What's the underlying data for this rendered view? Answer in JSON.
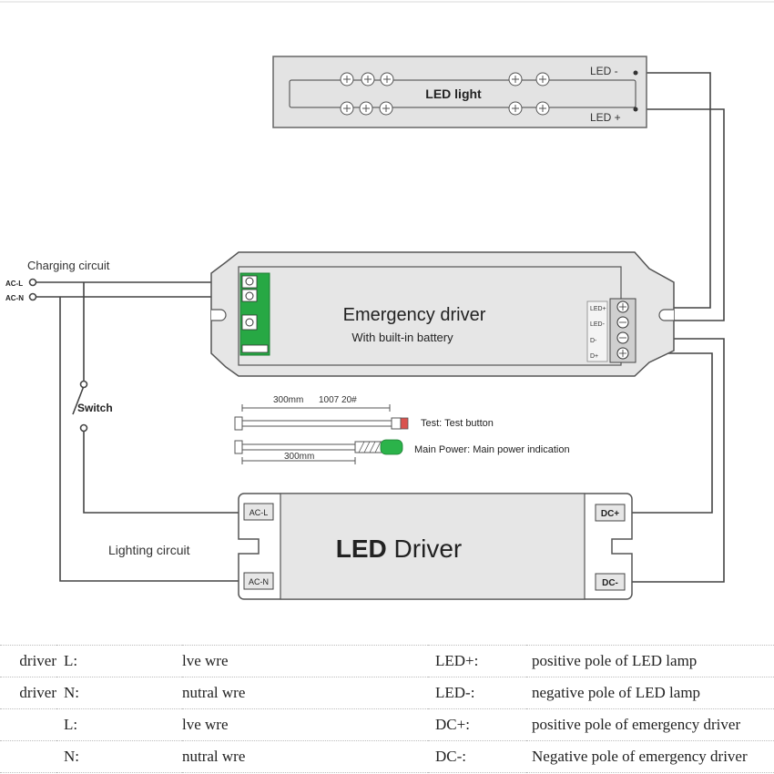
{
  "led_light": {
    "title": "LED light",
    "led_minus": "LED -",
    "led_plus": "LED +"
  },
  "emergency_driver": {
    "title": "Emergency driver",
    "subtitle": "With built-in battery",
    "terminal_labels": [
      "LED+",
      "LED-",
      "D-",
      "D+"
    ]
  },
  "charging_circuit": {
    "label": "Charging circuit",
    "ac_l": "AC-L",
    "ac_n": "AC-N"
  },
  "switch_label": "Switch",
  "lighting_circuit_label": "Lighting circuit",
  "led_driver": {
    "title_bold": "LED",
    "title_rest": "Driver",
    "ac_l": "AC-L",
    "ac_n": "AC-N",
    "dc_plus": "DC+",
    "dc_minus": "DC-"
  },
  "cables": {
    "test_length": "300mm",
    "test_spec": "1007 20#",
    "test_label": "Test: Test button",
    "main_length": "300mm",
    "main_label": "Main Power: Main power indication",
    "test_button_color": "#d9534f",
    "main_indicator_color": "#2bb34a"
  },
  "colors": {
    "terminal_block_green": "#27a844",
    "box_fill": "#e6e6e6",
    "wire": "#444444"
  },
  "legend_rows": [
    {
      "c0": "driver",
      "c1": "L:",
      "c2": "lve wre",
      "c3": "LED+:",
      "c4": "positive pole of LED lamp"
    },
    {
      "c0": "driver",
      "c1": "N:",
      "c2": "nutral wre",
      "c3": "LED-:",
      "c4": "negative pole of LED lamp"
    },
    {
      "c0": "",
      "c1": "L:",
      "c2": "lve wre",
      "c3": "DC+:",
      "c4": "positive pole of emergency driver"
    },
    {
      "c0": "",
      "c1": "N:",
      "c2": "nutral wre",
      "c3": "DC-:",
      "c4": "Negative pole of emergency driver"
    }
  ]
}
